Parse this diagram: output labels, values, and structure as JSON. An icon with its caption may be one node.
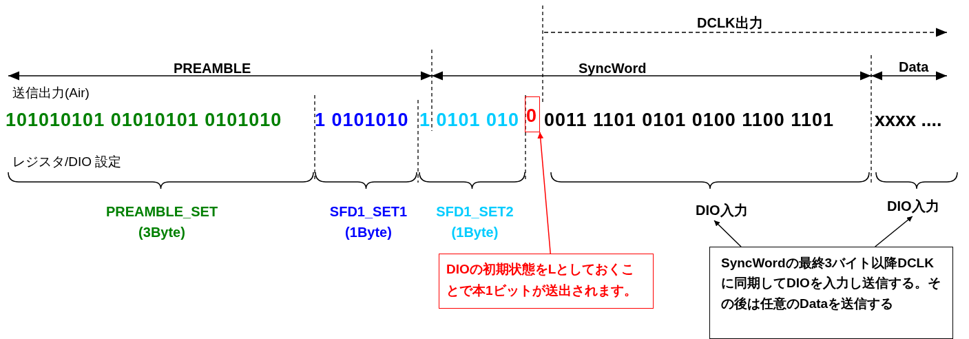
{
  "diagram": {
    "nodes": [
      {
        "text": [
          "0"
        ]
      },
      {
        "text": [
          "DIO入力"
        ]
      },
      {
        "text": [
          "DIO入力"
        ]
      },
      {
        "text": [
          "DIOの初期状態をLとしておくことで本1ビットが送出されます。"
        ]
      },
      {
        "text": [
          "SyncWordの最終3バイト以降DCLKに同期してDIOを入力し送信する。その後は任意のDataを送信する"
        ]
      }
    ],
    "edges": [
      {
        "from": 3,
        "to": 0,
        "arrow": "to",
        "color": "#ff0000"
      },
      {
        "from": 4,
        "to": 1,
        "arrow": "to"
      },
      {
        "from": 4,
        "to": 2,
        "arrow": "to"
      }
    ],
    "labels": [
      "DCLK出力",
      "PREAMBLE",
      "SyncWord",
      "Data",
      "送信出力(Air)",
      "101010101 01010101 0101010",
      "1 0101010",
      "1 0101 010",
      "0011 1101 0101 0100 1100 1101",
      "xxxx ....",
      "レジスタ/DIO 設定",
      "PREAMBLE_SET (3Byte)",
      "SFD1_SET1 (1Byte)",
      "SFD1_SET2 (1Byte)"
    ]
  }
}
